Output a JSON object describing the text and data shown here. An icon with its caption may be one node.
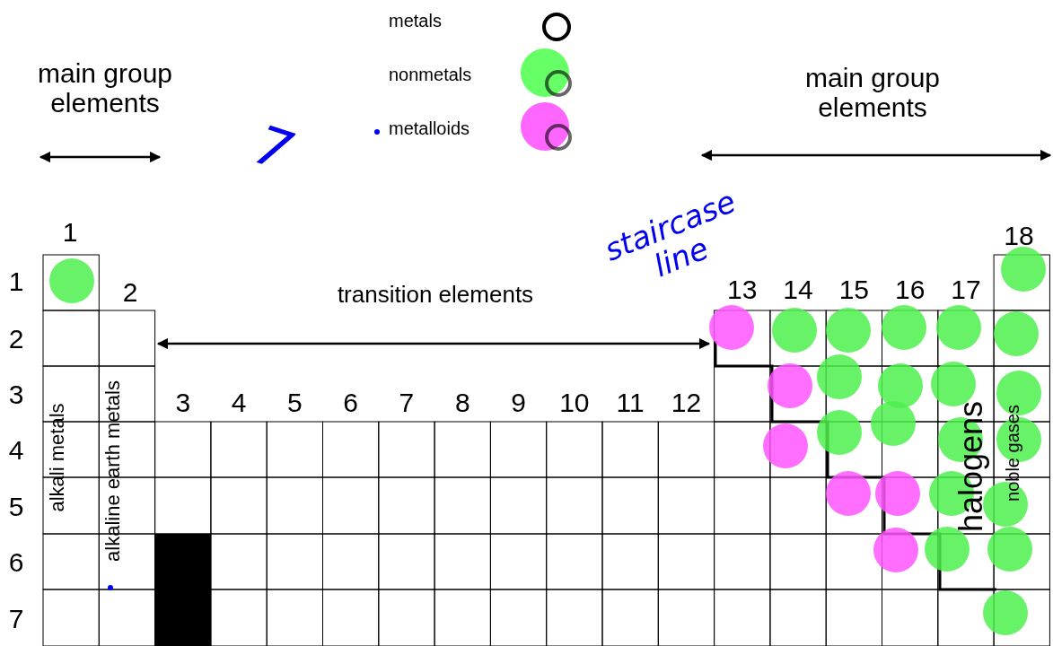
{
  "diagram": {
    "labels": [
      "main group elements",
      "7",
      "main group elements",
      "staircase line",
      "1",
      "18",
      "1",
      "2",
      "transition elements",
      "13",
      "14",
      "15",
      "16",
      "17",
      "2",
      "3",
      "3",
      "4",
      "5",
      "6",
      "7",
      "8",
      "9",
      "10",
      "11",
      "12",
      "4",
      "5",
      "6",
      "7",
      "alkali metals",
      "alkaline earth metals",
      "halogens",
      "noble gases"
    ],
    "legend": [
      {
        "text": "metals"
      },
      {
        "text": "nonmetals",
        "color": "#66ff66"
      },
      {
        "text": "metalloids",
        "color": "#ff66ff"
      }
    ]
  }
}
